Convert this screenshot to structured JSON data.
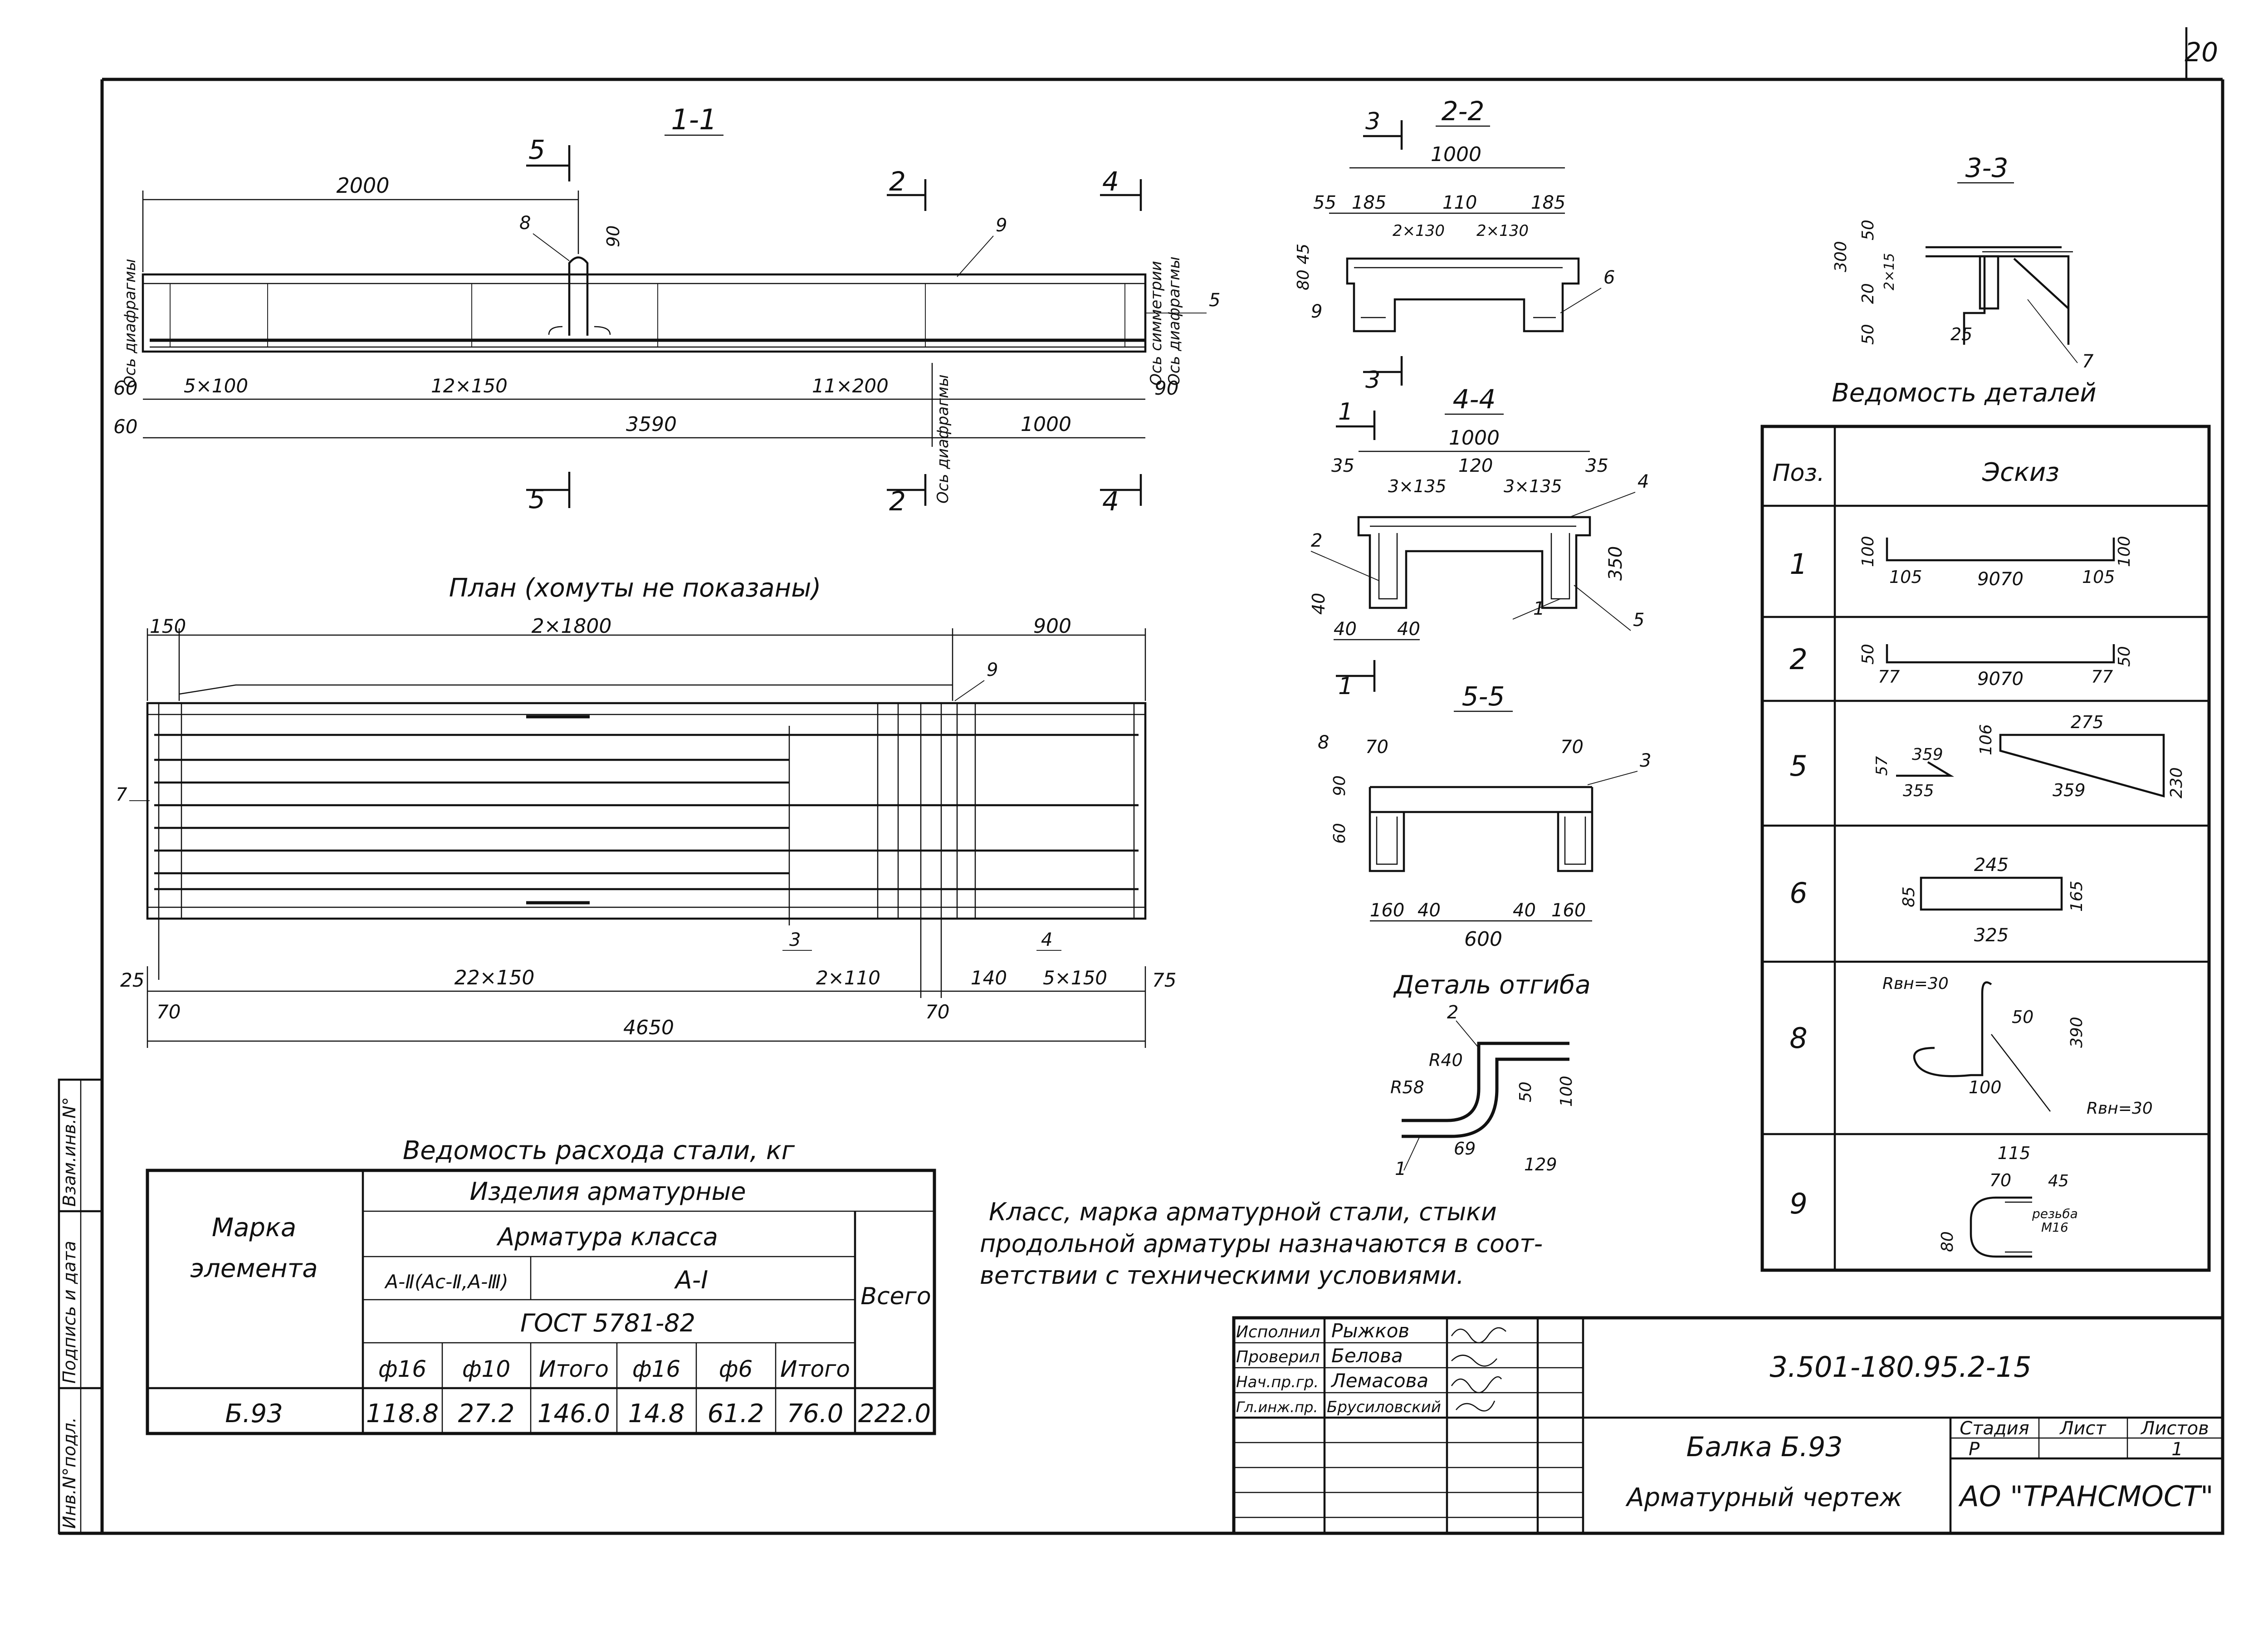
{
  "sheet_number": "20",
  "sections": {
    "s11": {
      "title": "1-1",
      "marker_5": "5",
      "marker_2": "2",
      "marker_4": "4",
      "dim_2000": "2000",
      "dim_90_top": "90",
      "dim_5x100": "5×100",
      "dim_12x150": "12×150",
      "dim_11x200": "11×200",
      "dim_60a": "60",
      "dim_60b": "60",
      "dim_90": "90",
      "dim_3590": "3590",
      "dim_1000": "1000",
      "axis_diaphragm_left": "Ось диафрагмы",
      "axis_diaphragm_mid": "Ось диафрагмы",
      "axis_symmetry": "Ось симметрии",
      "axis_diaphragm_right": "Ось диафрагмы",
      "pos_8": "8",
      "pos_9": "9",
      "pos_5": "5"
    },
    "s22": {
      "title": "2-2",
      "marker": "3",
      "dim_1000": "1000",
      "dim_55": "55",
      "dim_185a": "185",
      "dim_110": "110",
      "dim_185b": "185",
      "dim_2x130a": "2×130",
      "dim_2x130b": "2×130",
      "dim_80_45": "80 45",
      "pos_9": "9",
      "pos_6": "6"
    },
    "s33": {
      "title": "3-3",
      "dim_300": "300",
      "dim_50a": "50",
      "dim_20": "20",
      "dim_2x15": "2×15",
      "dim_50b": "50",
      "dim_25": "25",
      "pos_7": "7"
    },
    "s44": {
      "title": "4-4",
      "marker": "1",
      "dim_1000": "1000",
      "dim_35a": "35",
      "dim_120": "120",
      "dim_35b": "35",
      "dim_3x135a": "3×135",
      "dim_3x135b": "3×135",
      "dim_350": "350",
      "dim_40a": "40",
      "dim_40b": "40",
      "dim_40c": "40",
      "pos_2": "2",
      "pos_4": "4",
      "pos_1": "1",
      "pos_5": "5"
    },
    "s55": {
      "title": "5-5",
      "pos_8": "8",
      "pos_3": "3",
      "dim_70a": "70",
      "dim_70b": "70",
      "dim_90": "90",
      "dim_60": "60",
      "dim_160a": "160",
      "dim_40a": "40",
      "dim_40b": "40",
      "dim_160b": "160",
      "dim_600": "600"
    },
    "bend": {
      "title": "Деталь отгиба",
      "pos_2": "2",
      "pos_1": "1",
      "r40": "R40",
      "r58": "R58",
      "dim_50": "50",
      "dim_100": "100",
      "dim_69": "69",
      "dim_129": "129"
    },
    "plan": {
      "title": "План (хомуты не показаны)",
      "dim_150": "150",
      "dim_2x1800": "2×1800",
      "dim_900": "900",
      "dim_25": "25",
      "dim_22x150": "22×150",
      "dim_2x110": "2×110",
      "dim_140": "140",
      "dim_5x150": "5×150",
      "dim_75": "75",
      "dim_70a": "70",
      "dim_70b": "70",
      "dim_4650": "4650",
      "pos_7": "7",
      "pos_9": "9",
      "pos_3": "3",
      "pos_4": "4"
    }
  },
  "details_table": {
    "title": "Ведомость деталей",
    "col_pos": "Поз.",
    "col_sketch": "Эскиз",
    "rows": [
      {
        "pos": "1",
        "a": "100",
        "b": "105",
        "c": "9070",
        "d": "105",
        "e": "100"
      },
      {
        "pos": "2",
        "a": "50",
        "b": "77",
        "c": "9070",
        "d": "77",
        "e": "50"
      },
      {
        "pos": "5",
        "a": "57",
        "b": "359",
        "c": "355",
        "d": "106",
        "e": "275",
        "f": "359",
        "g": "230"
      },
      {
        "pos": "6",
        "a": "245",
        "b": "85",
        "c": "325",
        "d": "165"
      },
      {
        "pos": "8",
        "a": "Rвн=30",
        "b": "50",
        "c": "390",
        "d": "100",
        "e": "Rвн=30"
      },
      {
        "pos": "9",
        "a": "115",
        "b": "70",
        "c": "45",
        "d": "80",
        "e": "резьба",
        "f": "М16"
      }
    ]
  },
  "steel_table": {
    "title": "Ведомость расхода стали, кг",
    "h_mark": "Марка",
    "h_element": "элемента",
    "h_items": "Изделия арматурные",
    "h_class": "Арматура класса",
    "h_a2": "А-Ⅱ(Ас-Ⅱ,А-Ⅲ)",
    "h_a1": "А-Ⅰ",
    "h_gost": "ГОСТ 5781-82",
    "h_total": "Всего",
    "sub": [
      "ф16",
      "ф10",
      "Итого",
      "ф16",
      "ф6",
      "Итого"
    ],
    "row": {
      "mark": "Б.93",
      "v": [
        "118.8",
        "27.2",
        "146.0",
        "14.8",
        "61.2",
        "76.0",
        "222.0"
      ]
    }
  },
  "note": [
    "Класс, марка арматурной стали, стыки",
    "продольной арматуры назначаются в соот-",
    "ветствии с техническими условиями."
  ],
  "title_block": {
    "signers": [
      {
        "role": "Исполнил",
        "name": "Рыжков"
      },
      {
        "role": "Проверил",
        "name": "Белова"
      },
      {
        "role": "Нач.пр.гр.",
        "name": "Лемасова"
      },
      {
        "role": "Гл.инж.пр.",
        "name": "Брусиловский"
      }
    ],
    "code": "3.501-180.95.2-15",
    "name1": "Балка Б.93",
    "name2": "Арматурный чертеж",
    "h_stage": "Стадия",
    "h_sheet": "Лист",
    "h_sheets": "Листов",
    "stage": "Р",
    "sheets": "1",
    "org": "АО \"ТРАНСМОСТ\""
  },
  "side_stamp": [
    "Взам.инв.N°",
    "Подпись и дата",
    "Инв.N°подл."
  ]
}
